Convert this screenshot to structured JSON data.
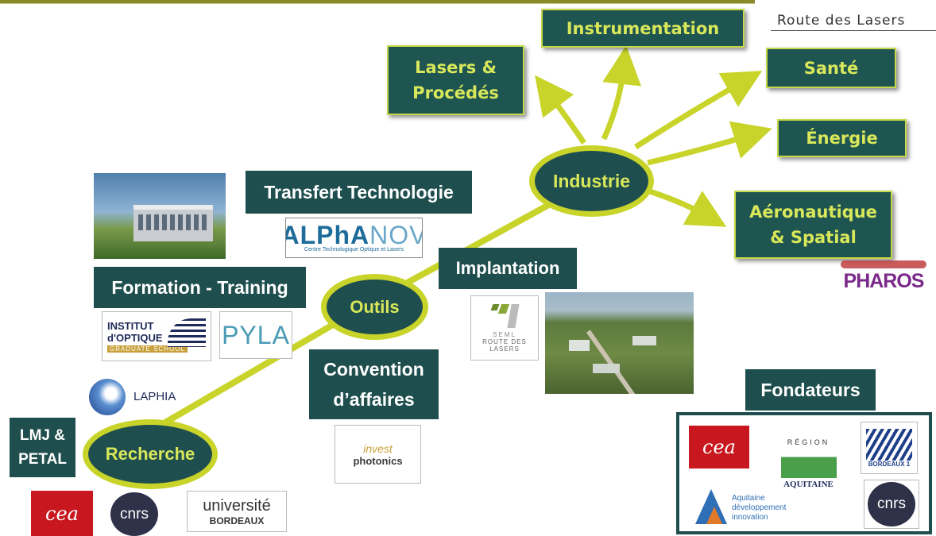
{
  "brand": "Route des Lasers",
  "industrie": {
    "label": "Industrie",
    "branches": [
      "Lasers &",
      "Procédés",
      "Instrumentation",
      "Santé",
      "Énergie",
      "Aéronautique",
      "& Spatial"
    ]
  },
  "outils": {
    "label": "Outils",
    "transfert": "Transfert Technologie",
    "alphanov": {
      "name": "ALPhANOV",
      "name_a": "ALPhA",
      "name_b": "NOV",
      "tagline": "Centre Technologique Optique et Lasers"
    },
    "formation": "Formation - Training",
    "institut": [
      "INSTITUT",
      "d'OPTIQUE",
      "GRADUATE SCHOOL"
    ],
    "pyla": "PYLA",
    "implantation": "Implantation",
    "seml": [
      "SEML",
      "ROUTE DES",
      "LASERS"
    ],
    "convention": [
      "Convention",
      "d’affaires"
    ],
    "invest": [
      "invest",
      "photonics"
    ]
  },
  "recherche": {
    "label": "Recherche",
    "laphia": "LAPHIA",
    "lmj": [
      "LMJ &",
      "PETAL"
    ],
    "cea": "cea",
    "cnrs": "cnrs",
    "universite": [
      "université",
      "BORDEAUX"
    ]
  },
  "pharos": "PHAROS",
  "fondateurs": {
    "title": "Fondateurs",
    "cea": "cea",
    "region": [
      "RÉGION",
      "AQUITAINE"
    ],
    "bordeaux1": "BORDEAUX 1",
    "adi": [
      "Aquitaine",
      "développement",
      "innovation"
    ],
    "cnrs": "cnrs"
  },
  "colors": {
    "box": "#1f4e4e",
    "accent": "#c8d42a",
    "cea_red": "#c8171e"
  }
}
